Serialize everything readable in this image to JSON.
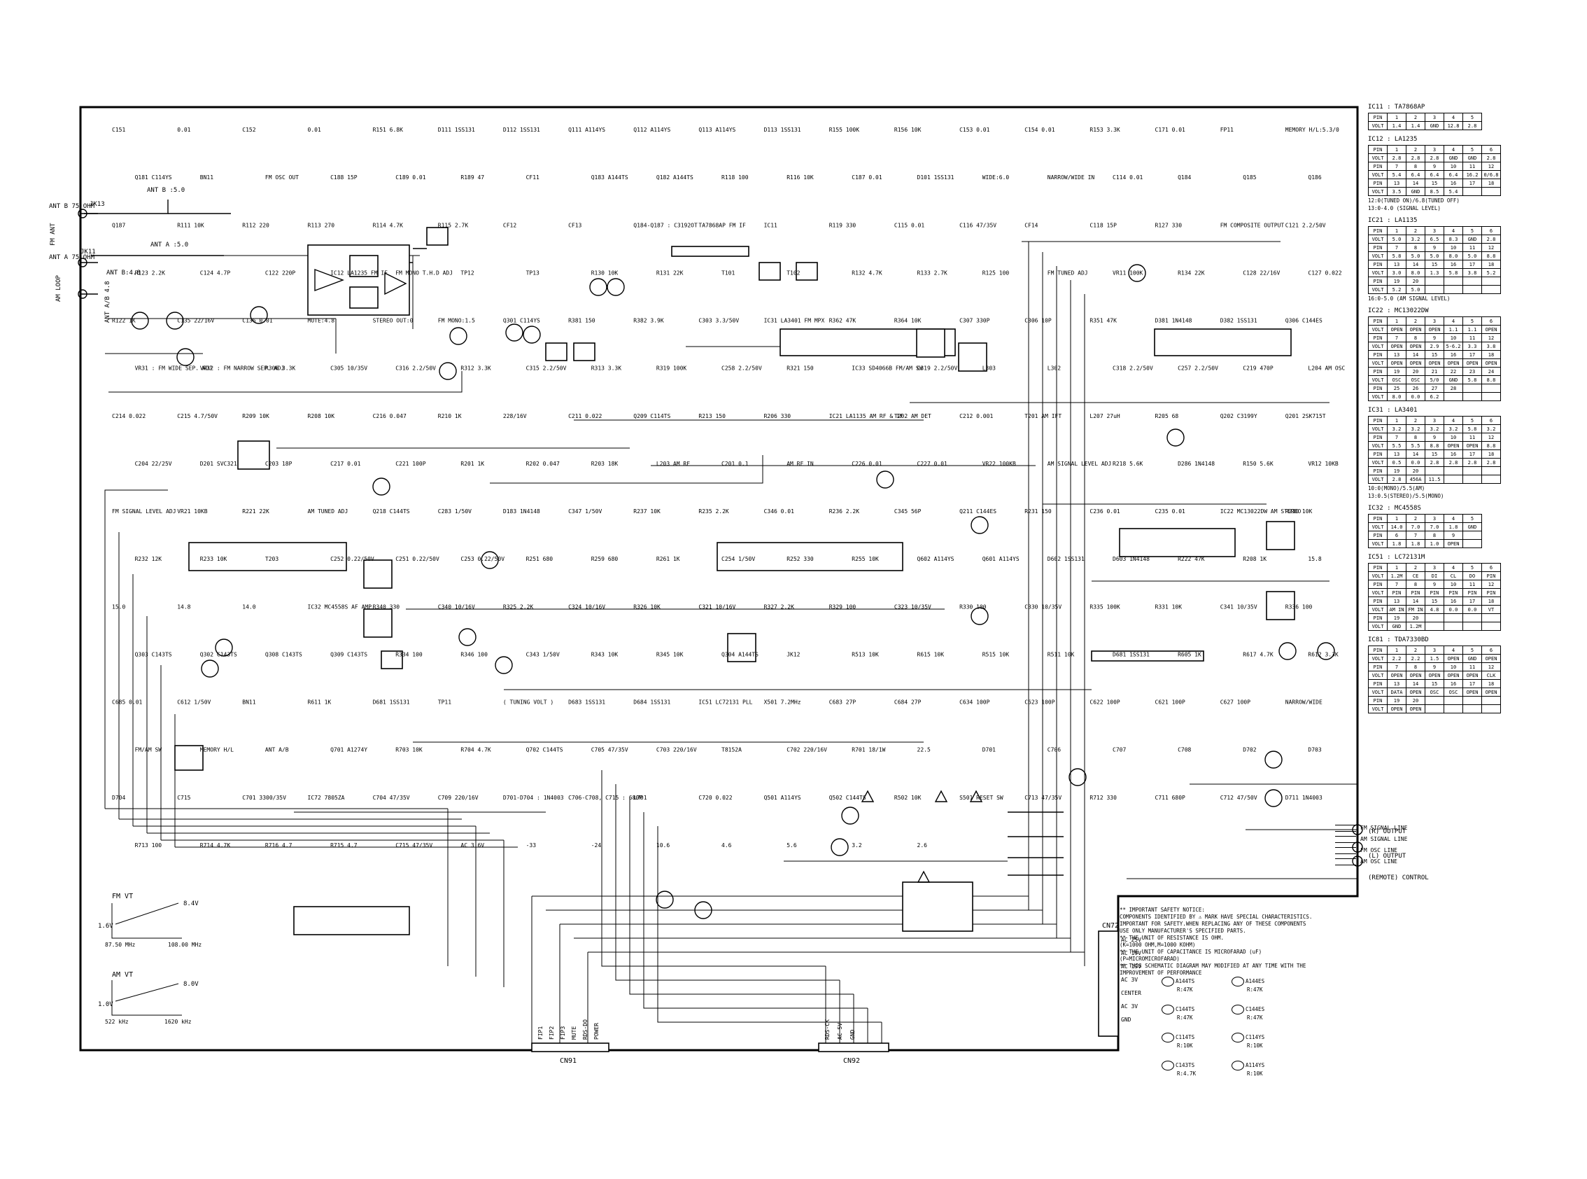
{
  "antenna": {
    "fm_ant_b": "ANT B\n75 OHM",
    "fm_ant": "FM ANT",
    "ant_a": "ANT A\n75 OHM",
    "am_loop": "AM LOOP",
    "jk13": "JK13",
    "jk11": "JK11",
    "ant_b_5v": "ANT B :5.0",
    "ant_a_5v": "ANT A :5.0",
    "ant_b_45": "ANT B:4.8",
    "ant_a_b_45": "ANT A/B 4.8"
  },
  "component_labels": [
    "C151",
    "0.01",
    "C152",
    "0.01",
    "R151 6.8K",
    "D111 1SS131",
    "D112 1SS131",
    "Q111 A114YS",
    "Q112 A114YS",
    "Q113 A114YS",
    "D113 1SS131",
    "R155 100K",
    "R156 10K",
    "C153 0.01",
    "C154 0.01",
    "R153 3.3K",
    "C171 0.01",
    "FP11",
    "MEMORY H/L:5.3/0",
    "Q181 C114YS",
    "BN11",
    "FM OSC OUT",
    "C188 15P",
    "C189 0.01",
    "R189 47",
    "CF11",
    "Q183 A144TS",
    "Q182 A144TS",
    "R118 100",
    "R116 10K",
    "C187 0.01",
    "D101 1SS131",
    "WIDE:6.0",
    "NARROW/WIDE IN",
    "C114 0.01",
    "Q184",
    "Q185",
    "Q186",
    "Q187",
    "R111 10K",
    "R112 220",
    "R113 270",
    "R114 4.7K",
    "R115 2.7K",
    "CF12",
    "CF13",
    "Q184-Q187 : C3192OT",
    "TA7868AP FM IF",
    "IC11",
    "R119 330",
    "C115 0.01",
    "C116 47/35V",
    "CF14",
    "C118 15P",
    "R127 330",
    "FM COMPOSITE OUTPUT",
    "C121 2.2/50V",
    "R123 2.2K",
    "C124 4.7P",
    "C122 220P",
    "IC12 LA1235 FM IF",
    "FM MONO T.H.D ADJ",
    "TP12",
    "TP13",
    "R130 10K",
    "R131 22K",
    "T101",
    "T102",
    "R132 4.7K",
    "R133 2.7K",
    "R125 100",
    "FM TUNED ADJ",
    "VR11 100K",
    "R134 22K",
    "C128 22/16V",
    "C127 0.022",
    "R122 1K",
    "C135 22/16V",
    "C136 0.01",
    "MUTE:4.8",
    "STEREO OUT:0",
    "FM MONO:1.5",
    "Q301 C114YS",
    "R381 150",
    "R382 3.9K",
    "C303 3.3/50V",
    "IC31 LA3401 FM MPX",
    "R362 47K",
    "R364 10K",
    "C307 330P",
    "C306 10P",
    "R351 47K",
    "D381 1N4148",
    "D382 1SS131",
    "Q306 C144ES",
    "VR31 : FM WIDE SEP. ADJ",
    "VR32 : FM NARROW SEP. ADJ",
    "R306 3.3K",
    "C305 10/35V",
    "C316 2.2/50V",
    "R312 3.3K",
    "C315 2.2/50V",
    "R313 3.3K",
    "R319 100K",
    "C258 2.2/50V",
    "R321 150",
    "IC33 SD4066B FM/AM SW",
    "C319 2.2/50V",
    "L303",
    "L302",
    "C318 2.2/50V",
    "C257 2.2/50V",
    "C219 470P",
    "L204 AM OSC",
    "C214 0.022",
    "C215 4.7/50V",
    "R209 10K",
    "R208 10K",
    "C216 0.047",
    "R210 1K",
    "228/16V",
    "C211 0.022",
    "Q209 C114TS",
    "R213 150",
    "R206 330",
    "IC21 LA1135 AM RF & IF",
    "T202 AM DET",
    "C212 0.001",
    "T201 AM IFT",
    "L207 27uH",
    "R205 68",
    "Q202 C3199Y",
    "Q201 2SK715T",
    "C204 22/25V",
    "D201 SVC321",
    "C203 18P",
    "C217 0.01",
    "C221 100P",
    "R201 1K",
    "R202 0.047",
    "R203 18K",
    "L203 AM RF",
    "C201 0.1",
    "AM RF IN",
    "C226 0.01",
    "C227 0.01",
    "VR22 100KB",
    "AM SIGNAL LEVEL ADJ",
    "R218 5.6K",
    "D286 1N4148",
    "R150 5.6K",
    "VR12 10KB",
    "FM SIGNAL LEVEL ADJ",
    "VR21 10KB",
    "R221 22K",
    "AM TUNED ADJ",
    "Q218 C144TS",
    "C283 1/50V",
    "D183 1N4148",
    "C347 1/50V",
    "R237 10K",
    "R235 2.2K",
    "C346 0.01",
    "R236 2.2K",
    "C345 56P",
    "Q211 C144ES",
    "R231 150",
    "C236 0.01",
    "C235 0.01",
    "IC22 MC13022DW AM STEREO",
    "R230 10K",
    "R232 12K",
    "R233 10K",
    "T203",
    "C252 0.22/50V",
    "C251 0.22/50V",
    "C253 0.22/50V",
    "R251 680",
    "R259 680",
    "R261 1K",
    "C254 1/50V",
    "R252 330",
    "R255 10K",
    "Q602 A114YS",
    "Q601 A114YS",
    "D602 1SS131",
    "D603 1N4148",
    "R222 47K",
    "R208 1K",
    "15.8",
    "15.0",
    "14.8",
    "14.0",
    "IC32 MC4558S AF AMP",
    "R340 330",
    "C340 10/16V",
    "R325 2.2K",
    "C324 10/16V",
    "R326 10K",
    "C321 10/16V",
    "R327 2.2K",
    "R329 100",
    "C323 10/35V",
    "R330 100",
    "C330 10/35V",
    "R335 100K",
    "R331 10K",
    "C341 10/35V",
    "R336 100",
    "Q303 C143TS",
    "Q302 C143TS",
    "Q308 C143TS",
    "Q309 C143TS",
    "R334 100",
    "R346 100",
    "C343 1/50V",
    "R343 10K",
    "R345 10K",
    "Q304 A144TS",
    "JK12",
    "R513 10K",
    "R615 10K",
    "R515 10K",
    "R511 10K",
    "D681 1SS131",
    "R605 1K",
    "R617 4.7K",
    "R612 3.3K",
    "C685 0.01",
    "C612 1/50V",
    "BN11",
    "R611 1K",
    "D681 1SS131",
    "TP11",
    "( TUNING VOLT )",
    "D683 1SS131",
    "D684 1SS131",
    "IC51 LC72131 PLL",
    "X501 7.2MHz",
    "C683 27P",
    "C684 27P",
    "C634 100P",
    "C623 100P",
    "C622 100P",
    "C621 100P",
    "C627 100P",
    "NARROW/WIDE",
    "FM/AM SW",
    "MEMORY H/L",
    "ANT A/B",
    "Q701 A1274Y",
    "R703 10K",
    "R704 4.7K",
    "Q702 C144TS",
    "C705 47/35V",
    "C703 220/16V",
    "T8152A",
    "C702 220/16V",
    "R701 18/1W",
    "22.5",
    "D701",
    "C706",
    "C707",
    "C708",
    "D702",
    "D703",
    "D704",
    "C715",
    "C701 3300/35V",
    "IC72 7805ZA",
    "C704 47/35V",
    "C709 220/16V",
    "D701-D704 : 1N4003",
    "C706-C708, C715 : 680P",
    "L701",
    "C720 0.022",
    "Q501 A114YS",
    "Q502 C144TS",
    "R502 10K",
    "S501 RESET SW",
    "C713 47/35V",
    "R712 330",
    "C711 680P",
    "C712 47/50V",
    "D711 1N4003",
    "R713 100",
    "R714 4.7K",
    "R716 4.7",
    "R715 4.7",
    "C715 47/35V",
    "AC 3.6V",
    "-33",
    "-24",
    "10.6",
    "4.6",
    "5.6",
    "3.2",
    "2.6"
  ],
  "cn72_pins": [
    "AC 25V",
    "AC 19V",
    "AC 19V",
    "AC 3V",
    "CENTER",
    "AC 3V",
    "GND"
  ],
  "cn72": "CN72",
  "cn91": "CN91",
  "cn92": "CN92",
  "cn91_pins": [
    "FIP1",
    "FIP2",
    "FIP3",
    "MUTE",
    "RDS-DO",
    "POWER"
  ],
  "cn92_pins": [
    "RDS-CK",
    "AC 5V",
    "GND"
  ],
  "outputs": {
    "r_output": "(R) OUTPUT",
    "l_output": "(L) OUTPUT",
    "remote": "(REMOTE) CONTROL"
  },
  "graphs": {
    "fm_vt": {
      "label": "FM VT",
      "v_low": "1.6V",
      "v_high": "8.4V",
      "f_low": "87.50 MHz",
      "f_high": "108.00 MHz"
    },
    "am_vt": {
      "label": "AM VT",
      "v_low": "1.0V",
      "v_high": "8.0V",
      "f_low": "522 kHz",
      "f_high": "1620 kHz"
    }
  },
  "legend": [
    {
      "label": "FM SIGNAL LINE"
    },
    {
      "label": "AM SIGNAL LINE"
    },
    {
      "label": "FM OSC LINE"
    },
    {
      "label": "AM OSC LINE"
    }
  ],
  "notice": [
    "** IMPORTANT SAFETY NOTICE:",
    "   COMPONENTS IDENTIFIED BY ⚠ MARK HAVE SPECIAL CHARACTERISTICS.",
    "   IMPORTANT FOR SAFETY.WHEN REPLACING ANY OF THESE COMPONENTS",
    "   USE ONLY MANUFACTURER'S SPECIFIED PARTS.",
    "** THE UNIT OF RESISTANCE IS OHM.",
    "   (K=1000 OHM,M=1000 KOHM)",
    "** THE UNIT OF CAPACITANCE IS MICROFARAD (uF)",
    "   (P=MICROMICROFARAD)",
    "** THIS SCHEMATIC DIAGRAM MAY MODIFIED AT ANY TIME WITH THE",
    "   IMPROVEMENT OF PERFORMANCE"
  ],
  "transistors": [
    {
      "name": "A144TS",
      "r": "R:47K"
    },
    {
      "name": "A144ES",
      "r": "R:47K"
    },
    {
      "name": "C144TS",
      "r": "R:47K"
    },
    {
      "name": "C144ES",
      "r": "R:47K"
    },
    {
      "name": "C114TS",
      "r": "R:10K"
    },
    {
      "name": "C114YS",
      "r": "R:10K"
    },
    {
      "name": "C143TS",
      "r": "R:4.7K"
    },
    {
      "name": "A114YS",
      "r": "R:10K"
    }
  ],
  "ic_tables": [
    {
      "title": "IC11 : TA7868AP",
      "rows": [
        [
          "PIN",
          "1",
          "2",
          "3",
          "4",
          "5"
        ],
        [
          "VOLT",
          "1.4",
          "1.4",
          "GND",
          "12.8",
          "2.8"
        ]
      ],
      "notes": []
    },
    {
      "title": "IC12 : LA1235",
      "rows": [
        [
          "PIN",
          "1",
          "2",
          "3",
          "4",
          "5",
          "6"
        ],
        [
          "VOLT",
          "2.8",
          "2.8",
          "2.8",
          "GND",
          "GND",
          "2.8"
        ],
        [
          "PIN",
          "7",
          "8",
          "9",
          "10",
          "11",
          "12"
        ],
        [
          "VOLT",
          "5.4",
          "6.4",
          "6.4",
          "6.4",
          "16.2",
          "0/6.8"
        ],
        [
          "PIN",
          "13",
          "14",
          "15",
          "16",
          "17",
          "18"
        ],
        [
          "VOLT",
          "3.5",
          "GND",
          "8.5",
          "5.4",
          "",
          ""
        ]
      ],
      "notes": [
        "12:0(TUNED ON)/6.8(TUNED OFF)",
        "13:0-4.0 (SIGNAL LEVEL)"
      ]
    },
    {
      "title": "IC21 : LA1135",
      "rows": [
        [
          "PIN",
          "1",
          "2",
          "3",
          "4",
          "5",
          "6"
        ],
        [
          "VOLT",
          "5.0",
          "3.2",
          "6.5",
          "8.3",
          "GND",
          "2.8"
        ],
        [
          "PIN",
          "7",
          "8",
          "9",
          "10",
          "11",
          "12"
        ],
        [
          "VOLT",
          "5.8",
          "5.0",
          "5.0",
          "8.0",
          "5.0",
          "8.8"
        ],
        [
          "PIN",
          "13",
          "14",
          "15",
          "16",
          "17",
          "18"
        ],
        [
          "VOLT",
          "3.0",
          "8.0",
          "1.3",
          "5.8",
          "3.8",
          "5.2"
        ],
        [
          "PIN",
          "19",
          "20",
          "",
          "",
          "",
          ""
        ],
        [
          "VOLT",
          "5.2",
          "5.0",
          "",
          "",
          "",
          ""
        ]
      ],
      "notes": [
        "16:0-5.0 (AM SIGNAL LEVEL)"
      ]
    },
    {
      "title": "IC22 : MC13022DW",
      "rows": [
        [
          "PIN",
          "1",
          "2",
          "3",
          "4",
          "5",
          "6"
        ],
        [
          "VOLT",
          "OPEN",
          "OPEN",
          "OPEN",
          "1.1",
          "1.1",
          "OPEN"
        ],
        [
          "PIN",
          "7",
          "8",
          "9",
          "10",
          "11",
          "12"
        ],
        [
          "VOLT",
          "OPEN",
          "OPEN",
          "2.9",
          "5-6.2",
          "3.3",
          "3.8"
        ],
        [
          "PIN",
          "13",
          "14",
          "15",
          "16",
          "17",
          "18"
        ],
        [
          "VOLT",
          "OPEN",
          "OPEN",
          "OPEN",
          "OPEN",
          "OPEN",
          "OPEN"
        ],
        [
          "PIN",
          "19",
          "20",
          "21",
          "22",
          "23",
          "24"
        ],
        [
          "VOLT",
          "OSC",
          "OSC",
          "5/0",
          "GND",
          "5.8",
          "8.8"
        ],
        [
          "PIN",
          "25",
          "26",
          "27",
          "28",
          "",
          ""
        ],
        [
          "VOLT",
          "8.0",
          "0.0",
          "6.2",
          "",
          "",
          ""
        ]
      ],
      "notes": []
    },
    {
      "title": "IC31 : LA3401",
      "rows": [
        [
          "PIN",
          "1",
          "2",
          "3",
          "4",
          "5",
          "6"
        ],
        [
          "VOLT",
          "3.2",
          "3.2",
          "3.2",
          "3.2",
          "5.8",
          "3.2"
        ],
        [
          "PIN",
          "7",
          "8",
          "9",
          "10",
          "11",
          "12"
        ],
        [
          "VOLT",
          "5.5",
          "5.5",
          "8.8",
          "OPEN",
          "OPEN",
          "8.8"
        ],
        [
          "PIN",
          "13",
          "14",
          "15",
          "16",
          "17",
          "18"
        ],
        [
          "VOLT",
          "0.5",
          "0.0",
          "2.8",
          "2.8",
          "2.8",
          "2.8"
        ],
        [
          "PIN",
          "19",
          "20",
          "",
          "",
          "",
          ""
        ],
        [
          "VOLT",
          "2.8",
          "456A",
          "11.5",
          "",
          "",
          ""
        ]
      ],
      "notes": [
        "10:0(MONO)/5.5(AM)",
        "13:0.5(STEREO)/5.5(MONO)"
      ]
    },
    {
      "title": "IC32 : MC4558S",
      "rows": [
        [
          "PIN",
          "1",
          "2",
          "3",
          "4",
          "5"
        ],
        [
          "VOLT",
          "14.0",
          "7.0",
          "7.0",
          "1.8",
          "GND"
        ],
        [
          "PIN",
          "6",
          "7",
          "8",
          "9",
          ""
        ],
        [
          "VOLT",
          "1.8",
          "1.8",
          "1.0",
          "OPEN",
          ""
        ]
      ],
      "notes": []
    },
    {
      "title": "IC51 : LC72131M",
      "rows": [
        [
          "PIN",
          "1",
          "2",
          "3",
          "4",
          "5",
          "6"
        ],
        [
          "VOLT",
          "1.2M",
          "CE",
          "DI",
          "CL",
          "DO",
          "PIN"
        ],
        [
          "PIN",
          "7",
          "8",
          "9",
          "10",
          "11",
          "12"
        ],
        [
          "VOLT",
          "PIN",
          "PIN",
          "PIN",
          "PIN",
          "PIN",
          "PIN"
        ],
        [
          "PIN",
          "13",
          "14",
          "15",
          "16",
          "17",
          "18"
        ],
        [
          "VOLT",
          "AM IN",
          "FM IN",
          "4.8",
          "0.0",
          "0.0",
          "VT"
        ],
        [
          "PIN",
          "19",
          "20",
          "",
          "",
          "",
          ""
        ],
        [
          "VOLT",
          "GND",
          "1.2M",
          "",
          "",
          "",
          ""
        ]
      ],
      "notes": []
    },
    {
      "title": "IC81 : TDA7330BD",
      "rows": [
        [
          "PIN",
          "1",
          "2",
          "3",
          "4",
          "5",
          "6"
        ],
        [
          "VOLT",
          "2.2",
          "2.2",
          "1.5",
          "OPEN",
          "GND",
          "OPEN"
        ],
        [
          "PIN",
          "7",
          "8",
          "9",
          "10",
          "11",
          "12"
        ],
        [
          "VOLT",
          "OPEN",
          "OPEN",
          "OPEN",
          "OPEN",
          "OPEN",
          "CLK"
        ],
        [
          "PIN",
          "13",
          "14",
          "15",
          "16",
          "17",
          "18"
        ],
        [
          "VOLT",
          "DATA",
          "OPEN",
          "OSC",
          "OSC",
          "OPEN",
          "OPEN"
        ],
        [
          "PIN",
          "19",
          "20",
          "",
          "",
          "",
          ""
        ],
        [
          "VOLT",
          "OPEN",
          "OPEN",
          "",
          "",
          "",
          ""
        ]
      ],
      "notes": []
    }
  ]
}
